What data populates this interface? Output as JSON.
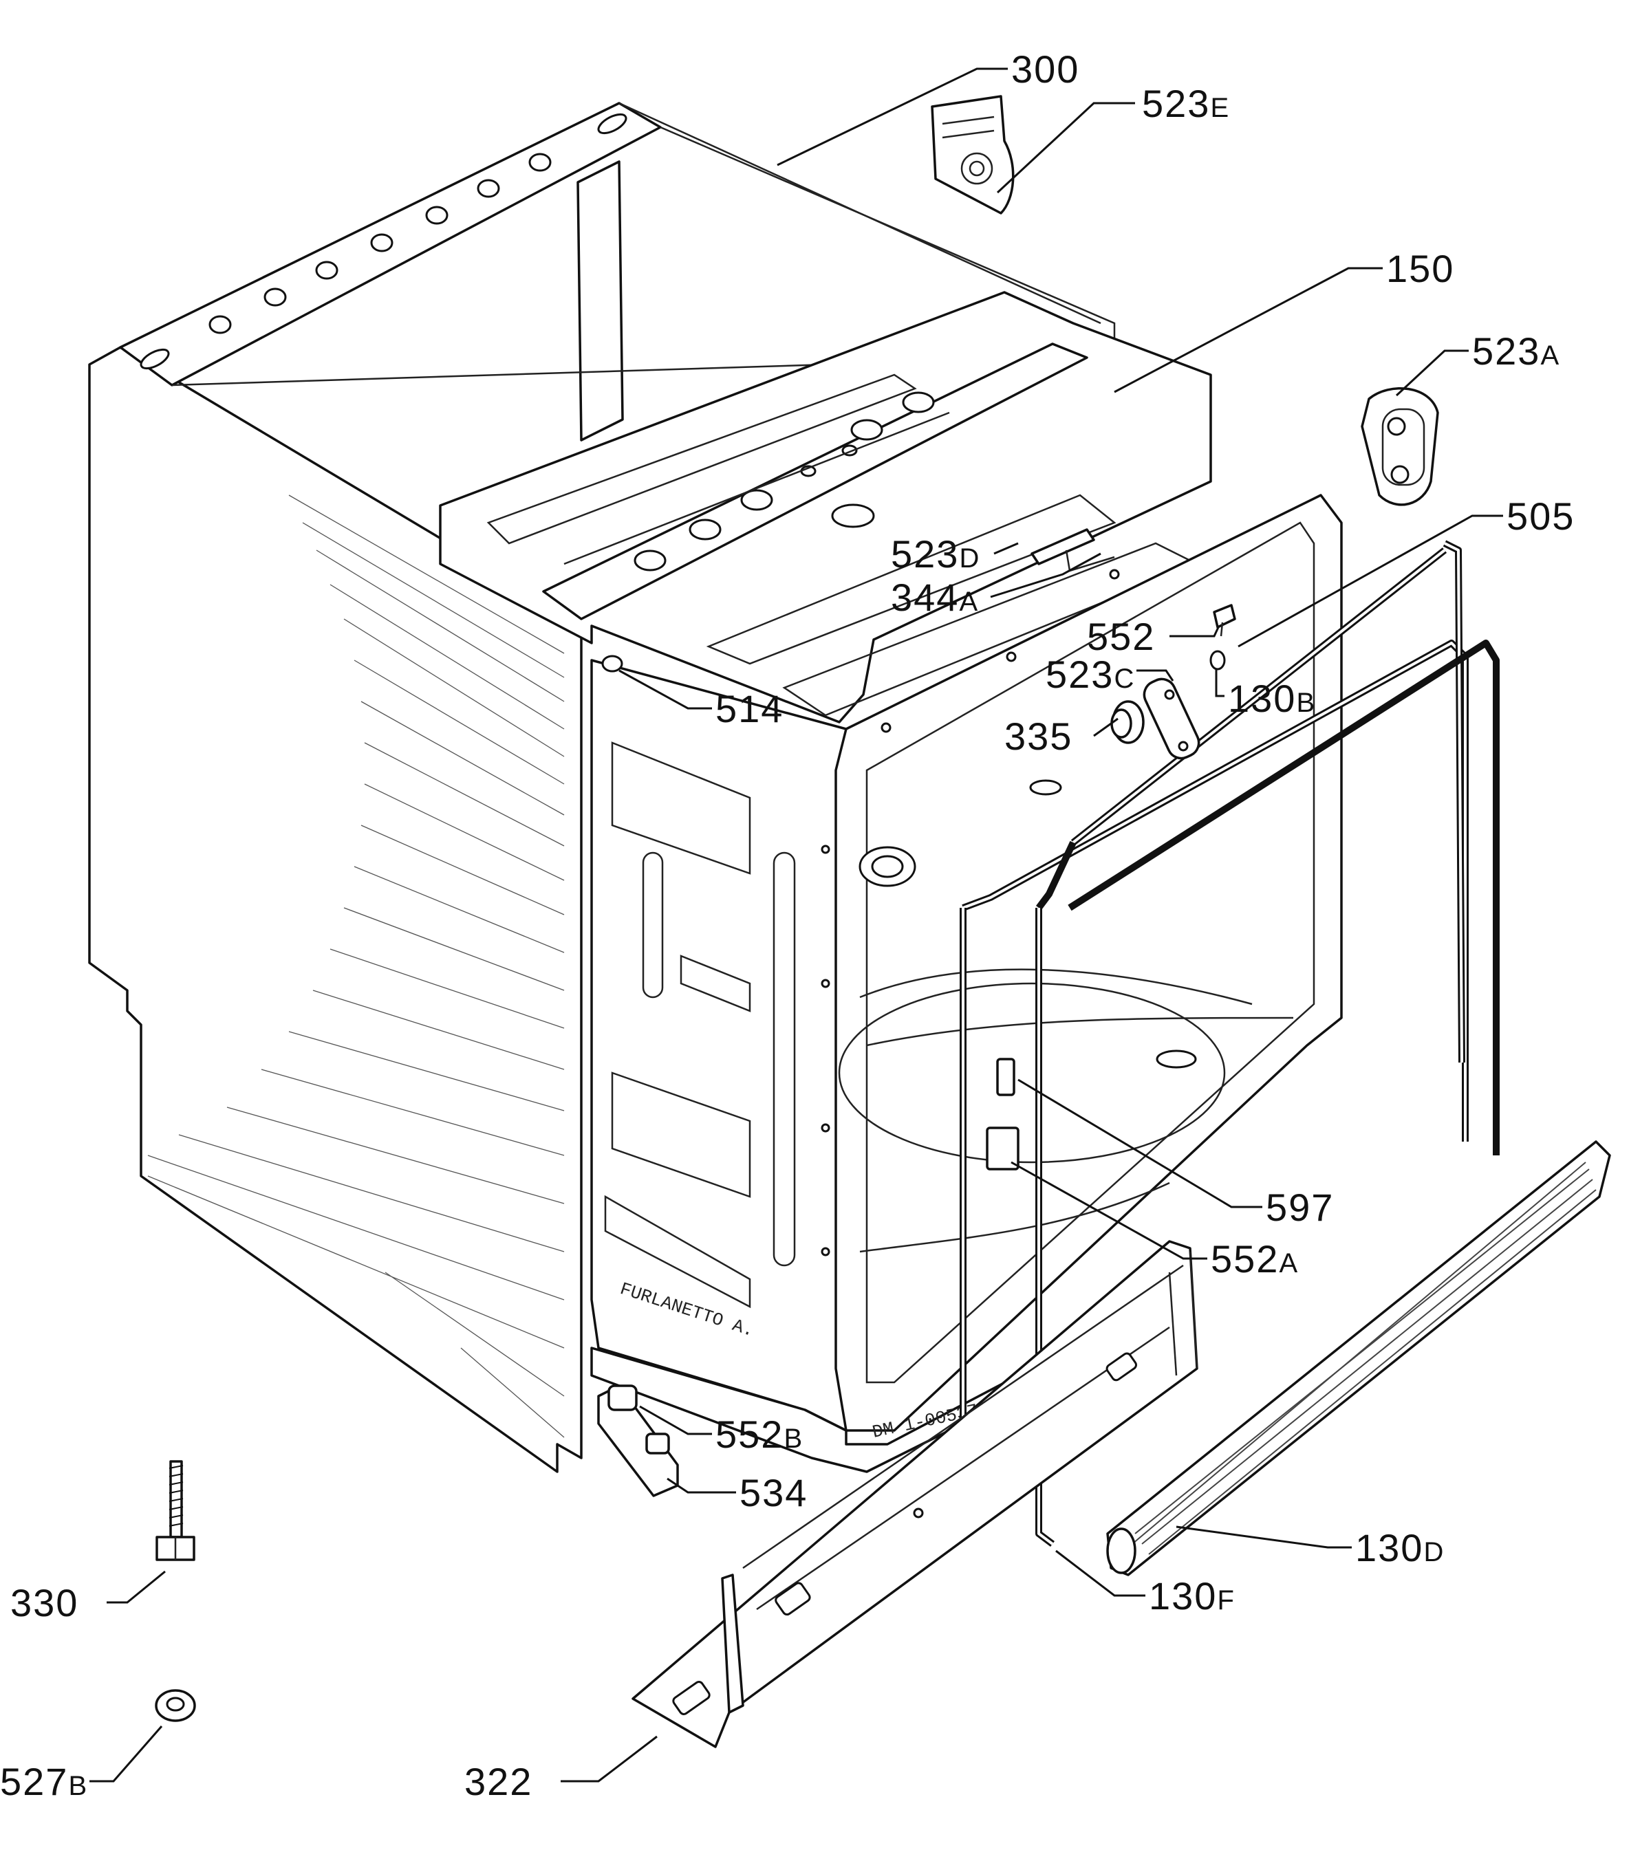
{
  "parts": [
    {
      "id": "p300",
      "label": "300"
    },
    {
      "id": "p523e",
      "label": "523",
      "suffix": "E"
    },
    {
      "id": "p150",
      "label": "150"
    },
    {
      "id": "p523a",
      "label": "523",
      "suffix": "A"
    },
    {
      "id": "p505",
      "label": "505"
    },
    {
      "id": "p523d",
      "label": "523",
      "suffix": "D"
    },
    {
      "id": "p344a",
      "label": "344",
      "suffix": "A"
    },
    {
      "id": "p552",
      "label": "552"
    },
    {
      "id": "p523c",
      "label": "523",
      "suffix": "C"
    },
    {
      "id": "p130b",
      "label": "130",
      "suffix": "B"
    },
    {
      "id": "p514",
      "label": "514"
    },
    {
      "id": "p335",
      "label": "335"
    },
    {
      "id": "p597",
      "label": "597"
    },
    {
      "id": "p552a",
      "label": "552",
      "suffix": "A"
    },
    {
      "id": "p552b",
      "label": "552",
      "suffix": "B"
    },
    {
      "id": "p534",
      "label": "534"
    },
    {
      "id": "p130d",
      "label": "130",
      "suffix": "D"
    },
    {
      "id": "p130f",
      "label": "130",
      "suffix": "F"
    },
    {
      "id": "p330",
      "label": "330"
    },
    {
      "id": "p527b",
      "label": "527",
      "suffix": "B"
    },
    {
      "id": "p322",
      "label": "322"
    }
  ],
  "stamps": {
    "maker": "FURLANETTO A.",
    "drawing_no": "DM 1-00537"
  }
}
